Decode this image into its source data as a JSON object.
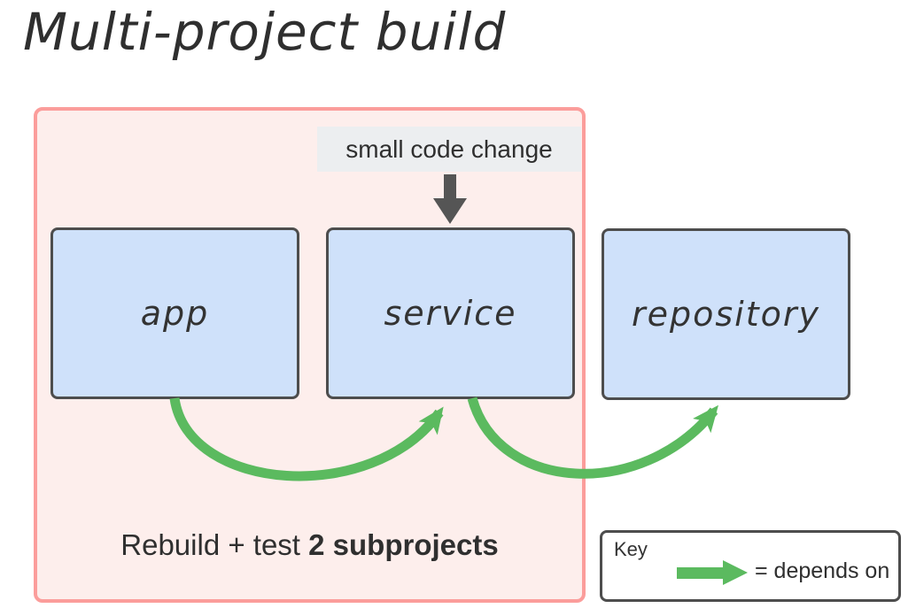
{
  "title": "Multi-project build",
  "annotation": {
    "label": "small code change"
  },
  "nodes": [
    {
      "id": "app",
      "label": "app"
    },
    {
      "id": "service",
      "label": "service"
    },
    {
      "id": "repository",
      "label": "repository"
    }
  ],
  "edges": [
    {
      "from": "app",
      "to": "service",
      "relation": "depends on"
    },
    {
      "from": "service",
      "to": "repository",
      "relation": "depends on"
    }
  ],
  "caption": {
    "normal": "Rebuild + test ",
    "bold": "2 subprojects"
  },
  "legend": {
    "title": "Key",
    "arrow_meaning": "= depends on"
  },
  "colors": {
    "container_border": "#fb9d9b",
    "container_fill": "#fdeeec",
    "node_fill": "#cfe1fa",
    "node_border": "#4d4d4d",
    "dependency_green": "#5bba5f",
    "annotation_bg": "#eceef0",
    "code_change_arrow": "#555555",
    "text": "#2f2f2f"
  }
}
